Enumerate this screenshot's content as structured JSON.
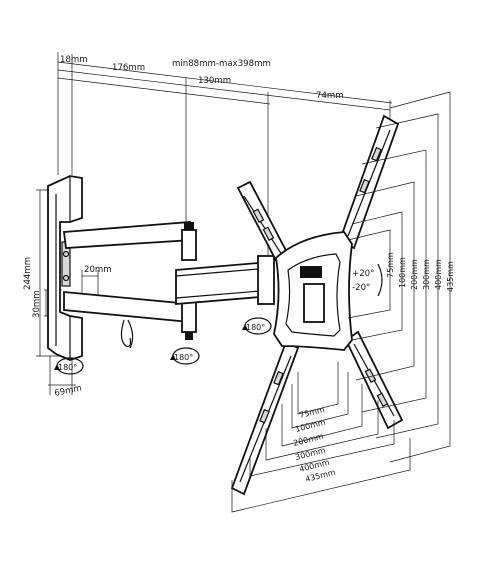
{
  "dimensions": {
    "top": {
      "d18": "18mm",
      "d176": "176mm",
      "range": "min88mm-max398mm",
      "d130": "130mm",
      "d74": "74mm"
    },
    "left": {
      "d244": "244mm",
      "d30": "30mm",
      "d20": "20mm",
      "d69": "69mm"
    },
    "right_vertical": {
      "d75": "75mm",
      "d100": "100mm",
      "d200": "200mm",
      "d300": "300mm",
      "d400": "400mm",
      "d435": "435mm"
    },
    "bottom_horizontal": {
      "d75": "75mm",
      "d100": "100mm",
      "d200": "200mm",
      "d300": "300mm",
      "d400": "400mm",
      "d435": "435mm"
    },
    "tilt_up": "+20°",
    "tilt_down": "-20°",
    "rotations": [
      "180°",
      "180°",
      "180°"
    ]
  }
}
